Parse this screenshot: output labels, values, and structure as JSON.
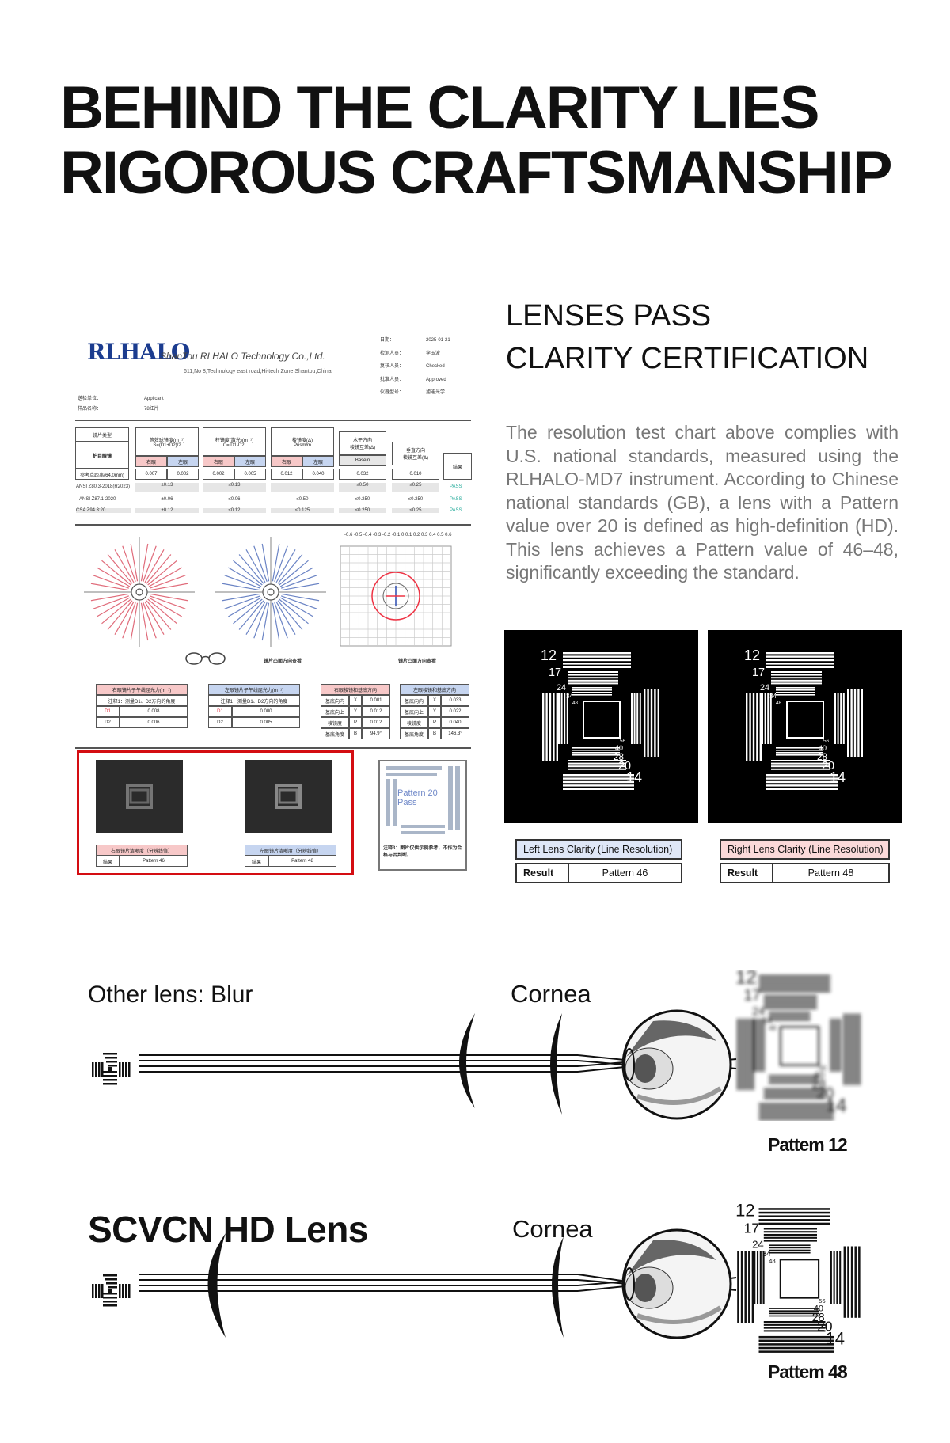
{
  "headline": {
    "line1": "BEHIND THE CLARITY LIES",
    "line2": "RIGOROUS CRAFTSMANSHIP"
  },
  "certification": {
    "line1": "LENSES PASS",
    "line2": "CLARITY CERTIFICATION",
    "paragraph": "The resolution test chart above complies with U.S. national standards, measured using the RLHALO-MD7 instrument. According to Chinese national standards (GB), a lens with a Pattern value over 20 is defined as high-definition (HD). This lens achieves a Pattern value of 46–48, significantly exceeding the standard."
  },
  "report": {
    "logo": "RLHALO",
    "company": "ShanTou RLHALO Technology Co.,Ltd.",
    "address": "611,No 8,Technology east road,Hi-tech Zone,Shantou,China",
    "date": "2025-01-21",
    "meta_values": [
      "李玉波",
      "Checked",
      "Approved",
      "旭迪光学"
    ],
    "applicant": "Applicant",
    "product": "78红片",
    "standards": [
      {
        "name": "ANSI Z80.3-2018(R2023)",
        "v1": "±0.13",
        "v2": "≤0.13",
        "v3": "≤0.50",
        "v4": "≤0.25",
        "result": "PASS"
      },
      {
        "name": "ANSI Z87.1-2020",
        "v1": "±0.06",
        "v2": "≤0.06",
        "v3": "≤0.50",
        "v4": "≤0.250",
        "v5": "≤0.250",
        "result": "PASS"
      },
      {
        "name": "CSA Z94.3:20",
        "v1": "±0.12",
        "v2": "≤0.12",
        "v3": "≤0.125",
        "v4": "≤0.250",
        "v5": "≤0.25",
        "result": "PASS"
      }
    ],
    "row_values": [
      "0.007",
      "0.002",
      "0.002",
      "0.005",
      "0.012",
      "0.040",
      "0.032",
      "0.010"
    ],
    "base_in": "Basein",
    "pattern_pass": "Pattern 20 Pass",
    "left_values": [
      "0.008",
      "0.006"
    ],
    "right_values": [
      "0.000",
      "0.005"
    ],
    "prism_left": [
      "0.001",
      "0.012",
      "0.012",
      "94.9°"
    ],
    "prism_right": [
      "0.033",
      "0.022",
      "0.040",
      "146.3°"
    ],
    "result_label": "结果",
    "left_pattern": "Pattern 46",
    "right_pattern": "Pattern 48",
    "note": "注释3：图片仅供示例参考，不作为合格与否判断。"
  },
  "resolution": {
    "left_label": "Left Lens Clarity (Line Resolution)",
    "right_label": "Right Lens Clarity (Line Resolution)",
    "result": "Result",
    "left_value": "Pattern 46",
    "right_value": "Pattern 48",
    "marks": [
      "12",
      "17",
      "24",
      "34",
      "48",
      "56",
      "40",
      "28",
      "20",
      "14"
    ]
  },
  "comparison": {
    "other_label": "Other lens: Blur",
    "hd_label": "SCVCN HD Lens",
    "cornea": "Cornea",
    "other_pattern": "Pattem 12",
    "hd_pattern": "Pattem 48",
    "marks": [
      "12",
      "17",
      "24",
      "34",
      "48",
      "56",
      "40",
      "28",
      "20",
      "14"
    ]
  },
  "colors": {
    "report_red_box": "#d40d12",
    "brand_blue": "#1b3c8f",
    "pass_green": "#22aa88",
    "pink_header": "#f7c8c8",
    "blue_header": "#c6d5f0"
  }
}
